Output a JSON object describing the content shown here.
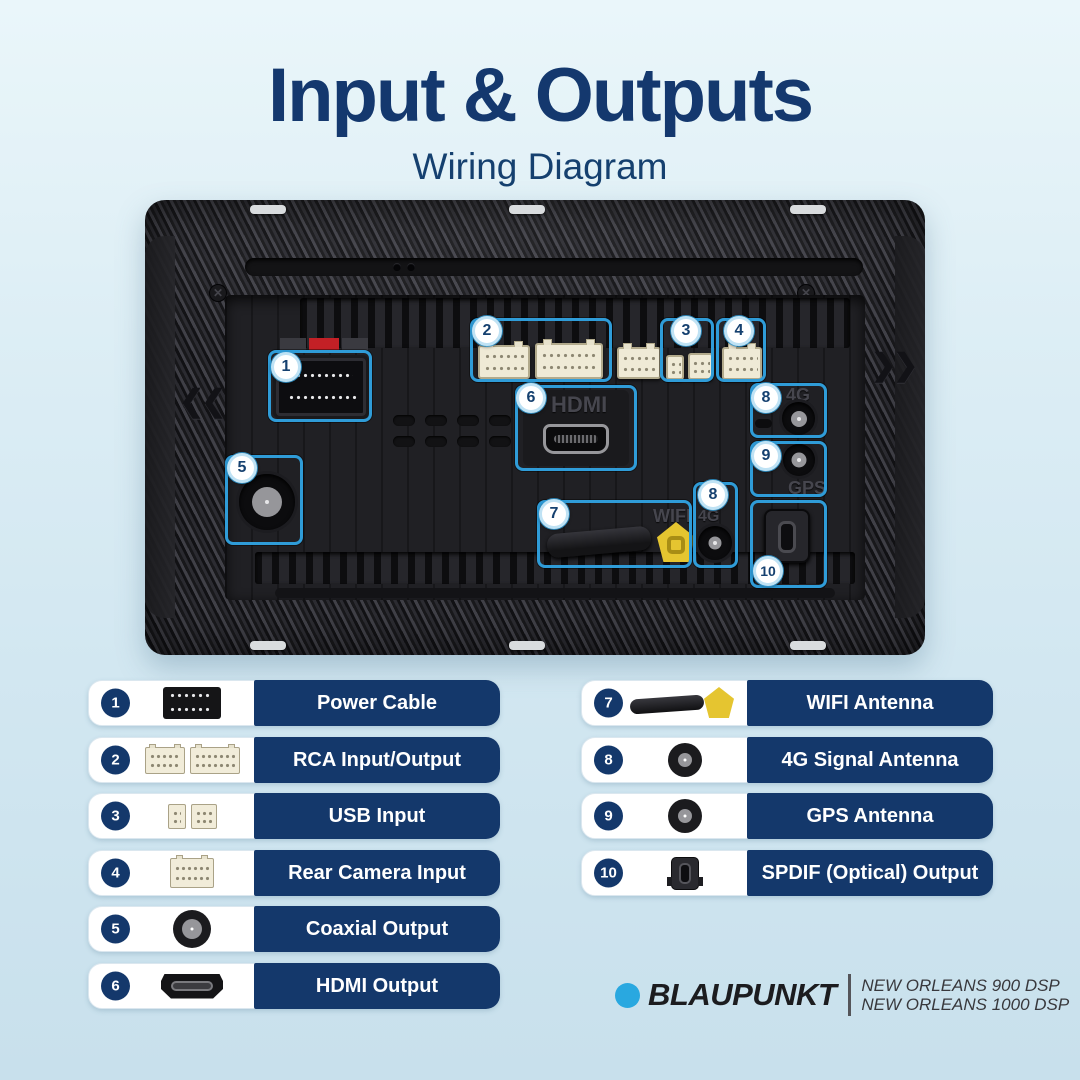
{
  "header": {
    "title": "Input & Outputs",
    "subtitle": "Wiring Diagram"
  },
  "device_labels": {
    "hdmi": "HDMI",
    "four_g_top": "4G",
    "gps": "GPS",
    "wifi": "WIFI",
    "four_g_mid": "4G"
  },
  "callouts": {
    "c1": "1",
    "c2": "2",
    "c3": "3",
    "c4": "4",
    "c5": "5",
    "c6": "6",
    "c7": "7",
    "c8a": "8",
    "c8b": "8",
    "c9": "9",
    "c10": "10"
  },
  "legend_left": [
    {
      "num": "1",
      "label": "Power Cable",
      "icon": "power-connector"
    },
    {
      "num": "2",
      "label": "RCA Input/Output",
      "icon": "rca-connectors"
    },
    {
      "num": "3",
      "label": "USB Input",
      "icon": "usb-connectors"
    },
    {
      "num": "4",
      "label": "Rear Camera Input",
      "icon": "camera-connector"
    },
    {
      "num": "5",
      "label": "Coaxial Output",
      "icon": "coaxial-jack"
    },
    {
      "num": "6",
      "label": "HDMI Output",
      "icon": "hdmi-port"
    }
  ],
  "legend_right": [
    {
      "num": "7",
      "label": "WIFI Antenna",
      "icon": "wifi-antenna"
    },
    {
      "num": "8",
      "label": "4G Signal Antenna",
      "icon": "rf-jack"
    },
    {
      "num": "9",
      "label": "GPS Antenna",
      "icon": "rf-jack"
    },
    {
      "num": "10",
      "label": "SPDIF (Optical) Output",
      "icon": "spdif-port"
    }
  ],
  "footer": {
    "brand": "BLAUPUNKT",
    "model_line1": "NEW ORLEANS 900 DSP",
    "model_line2": "NEW ORLEANS 1000 DSP"
  },
  "colors": {
    "navy": "#14386B",
    "callout_blue": "#2F9CD8",
    "brand_blue": "#29A8E0",
    "accent_yellow": "#E5C530",
    "alert_red": "#C32026"
  }
}
